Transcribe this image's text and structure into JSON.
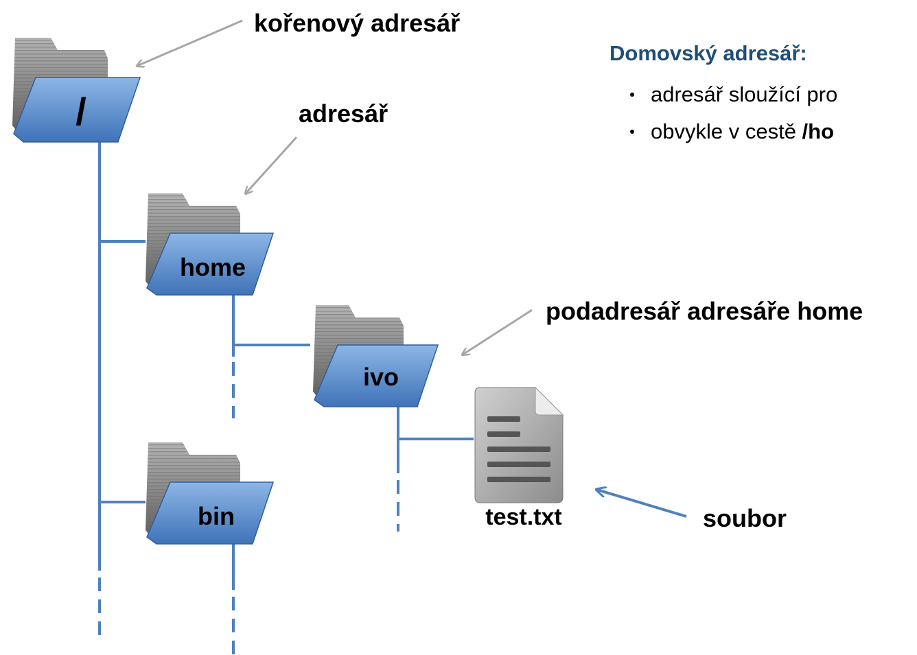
{
  "tree": {
    "root": {
      "label": "/"
    },
    "home": {
      "label": "home"
    },
    "ivo": {
      "label": "ivo"
    },
    "bin": {
      "label": "bin"
    },
    "file": {
      "label": "test.txt"
    }
  },
  "annotations": {
    "root_dir": "kořenový adresář",
    "directory": "adresář",
    "subdirectory": "podadresář adresáře home",
    "file": "soubor"
  },
  "home_dir_panel": {
    "title": "Domovský adresář:",
    "bullets": [
      {
        "text": "adresář sloužící pro",
        "bold": ""
      },
      {
        "text": "obvykle v cestě ",
        "bold": "/ho"
      }
    ]
  },
  "colors": {
    "tree_line": "#4f81bd",
    "arrow_gray": "#a6a6a6",
    "arrow_blue": "#4f81bd",
    "panel_title": "#1f4e79",
    "folder_front": "#5b8fd0",
    "folder_back": "#8a8a8a"
  }
}
